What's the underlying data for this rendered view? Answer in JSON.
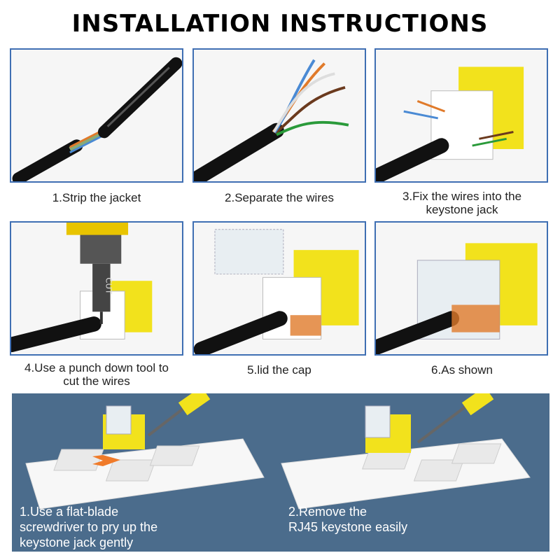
{
  "title": "INSTALLATION INSTRUCTIONS",
  "steps": [
    {
      "caption": "1.Strip the jacket"
    },
    {
      "caption": "2.Separate the wires"
    },
    {
      "caption_line1": "3.Fix the wires into the",
      "caption_line2": "keystone jack"
    },
    {
      "caption_line1": "4.Use a punch down tool to",
      "caption_line2": "cut the wires"
    },
    {
      "caption": "5.lid the cap"
    },
    {
      "caption": "6.As shown"
    }
  ],
  "tool_label": "CUT",
  "removal": [
    {
      "line1": "1.Use a flat-blade",
      "line2": "screwdriver to pry up the",
      "line3": "keystone jack gently"
    },
    {
      "line1": "2.Remove the",
      "line2": "RJ45 keystone easily"
    }
  ],
  "colors": {
    "panel_border": "#3f6fb3",
    "jack_yellow": "#f2e21c",
    "bottom_bg": "#4b6c8c",
    "arrow": "#f07b2a"
  }
}
